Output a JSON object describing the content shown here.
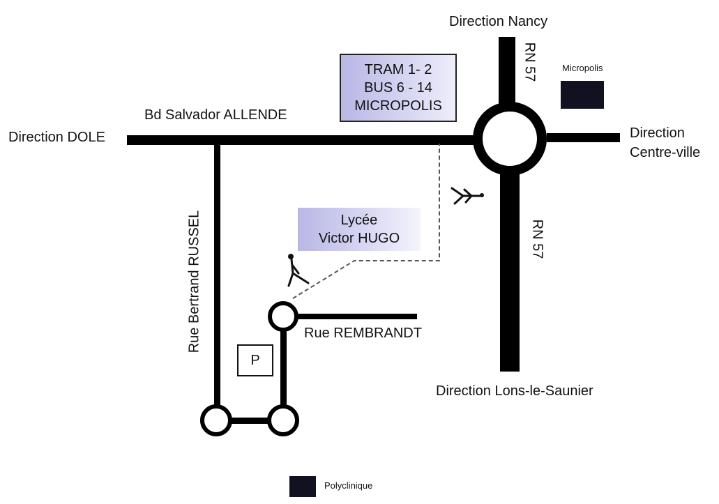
{
  "directions": {
    "north": "Direction Nancy",
    "west": "Direction DOLE",
    "east_line1": "Direction",
    "east_line2": "Centre-ville",
    "south": "Direction Lons-le-Saunier"
  },
  "roads": {
    "boulevard": "Bd Salvador ALLENDE",
    "rn_north": "RN 57",
    "rn_south": "RN 57",
    "rue_russel": "Rue Bertrand RUSSEL",
    "rue_rembrandt": "Rue REMBRANDT"
  },
  "transit": {
    "line1": "TRAM 1- 2",
    "line2": "BUS 6 - 14",
    "line3": "MICROPOLIS"
  },
  "school": {
    "line1": "Lycée",
    "line2": "Victor HUGO"
  },
  "parking": {
    "label": "P"
  },
  "landmarks": {
    "micropolis": "Micropolis",
    "polyclinique": "Polyclinique"
  },
  "colors": {
    "road": "#000000",
    "label_fill": "#c9c7ee",
    "landmark": "#111122",
    "path": "#555555"
  },
  "icons": [
    "pedestrian-icon",
    "pedestrian-icon"
  ]
}
